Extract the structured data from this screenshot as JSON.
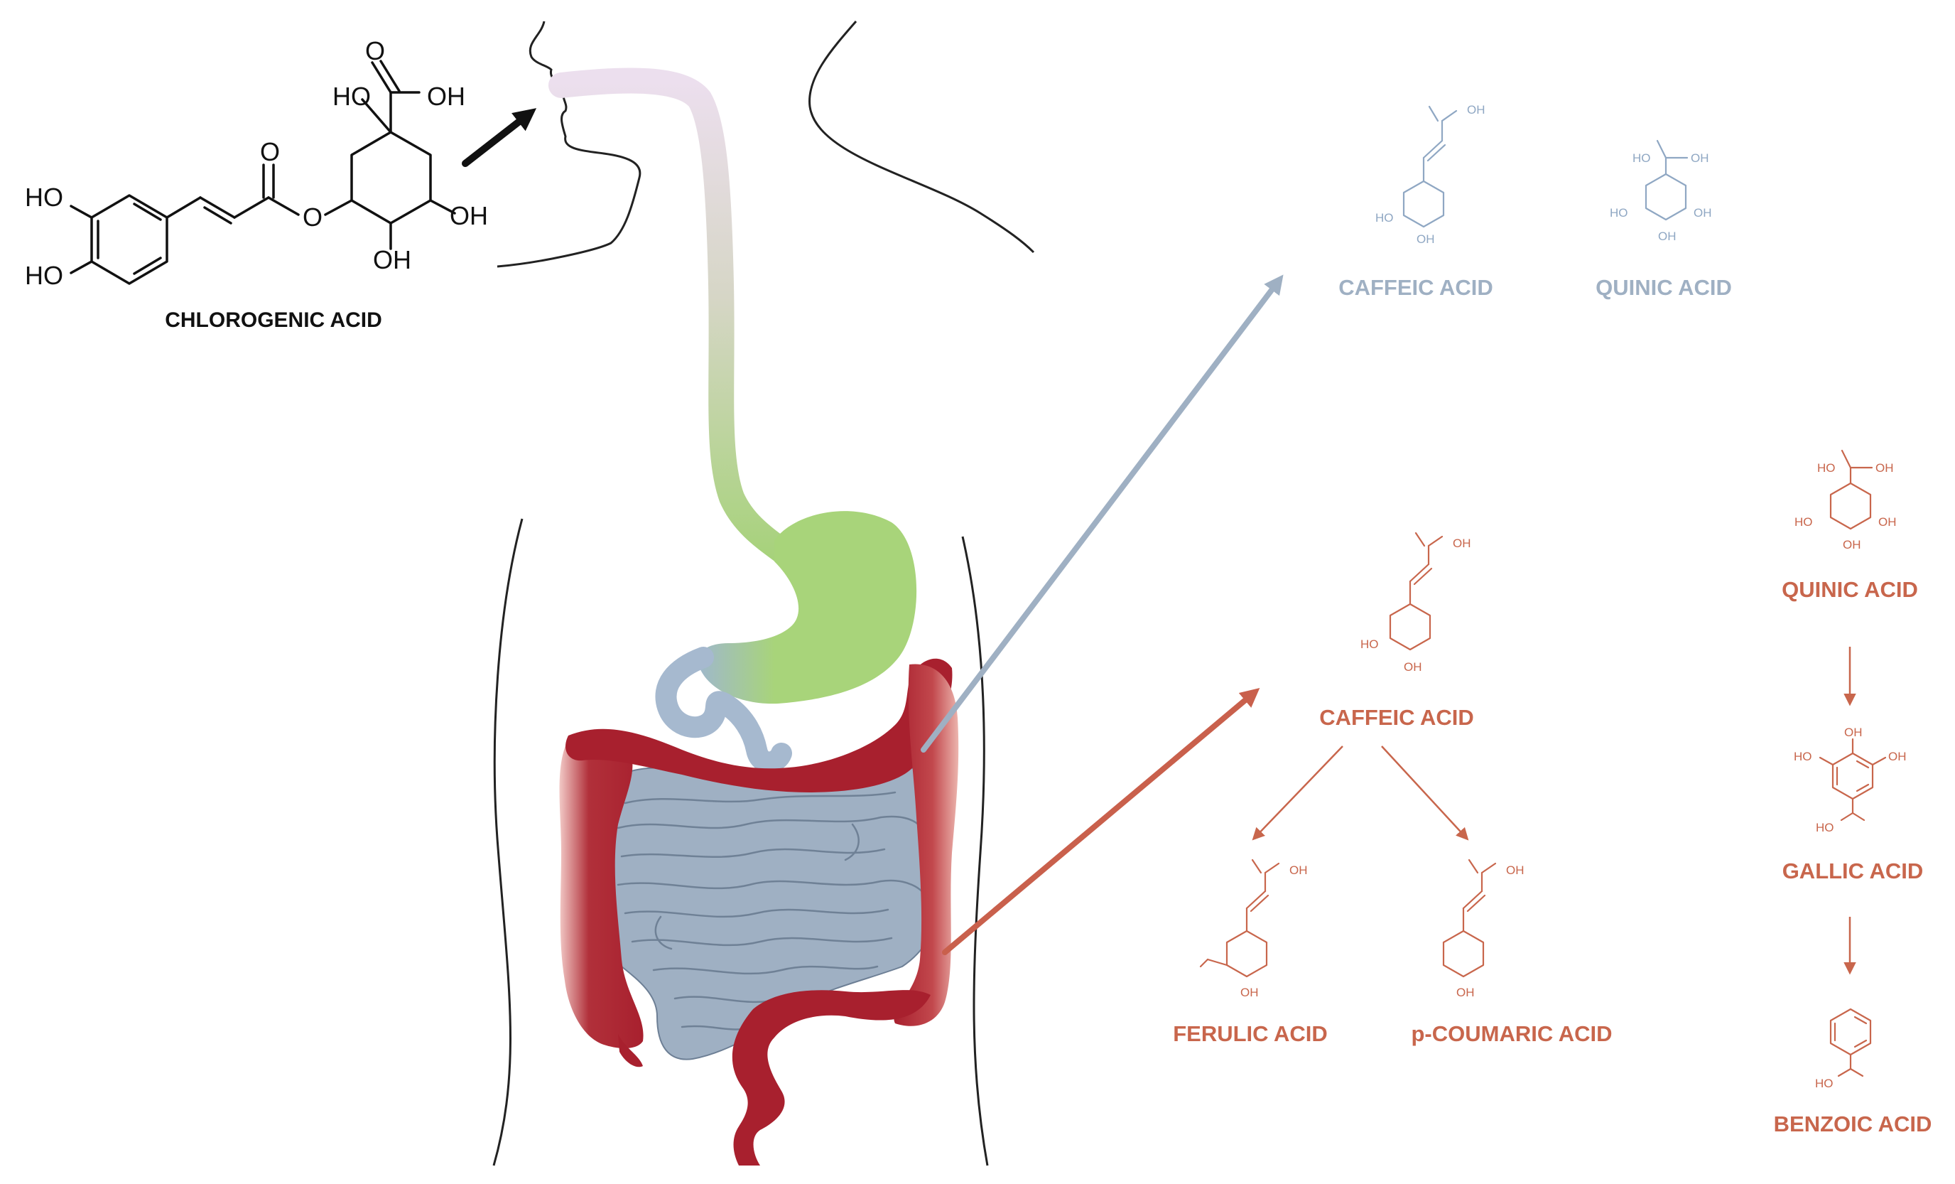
{
  "source_molecule": {
    "name": "CHLOROGENIC ACID",
    "atoms": {
      "ho_top": "HO",
      "cooh": "O",
      "oh_acid": "OH",
      "ho_cat1": "HO",
      "ho_cat2": "HO",
      "ester_o": "O",
      "ester_carbonyl": "O",
      "oh_right": "OH",
      "oh_bottom": "OH"
    }
  },
  "upper_gi_products": {
    "color": "#8fa7c3",
    "caffeic": {
      "name": "CAFFEIC ACID",
      "oh": "OH",
      "ho1": "HO",
      "oh2": "OH"
    },
    "quinic": {
      "name": "QUINIC ACID",
      "ho": "HO",
      "oh": "OH",
      "ho2": "HO",
      "oh3": "OH",
      "oh4": "OH"
    }
  },
  "colon_products": {
    "color": "#c86a4d",
    "caffeic": {
      "name": "CAFFEIC ACID",
      "oh": "OH",
      "ho1": "HO",
      "oh2": "OH"
    },
    "ferulic": {
      "name": "FERULIC ACID",
      "oh": "OH",
      "oh2": "OH"
    },
    "coumaric": {
      "name": "p-COUMARIC ACID",
      "oh": "OH",
      "oh2": "OH"
    },
    "quinic": {
      "name": "QUINIC ACID",
      "ho": "HO",
      "oh": "OH",
      "ho2": "HO",
      "oh3": "OH",
      "oh4": "OH"
    },
    "gallic": {
      "name": "GALLIC ACID",
      "oh": "OH",
      "ho1": "HO",
      "oh2": "OH",
      "ho3": "HO"
    },
    "benzoic": {
      "name": "BENZOIC ACID",
      "ho": "HO"
    }
  },
  "colors": {
    "esophagus_top": "#ecdfee",
    "esophagus_bottom": "#a6d27a",
    "stomach": "#a8d47a",
    "small_intestine": "#9fb0c3",
    "colon": "#a8202e",
    "arrow_upper": "#9fb0c3",
    "arrow_colon": "#c9604c"
  }
}
